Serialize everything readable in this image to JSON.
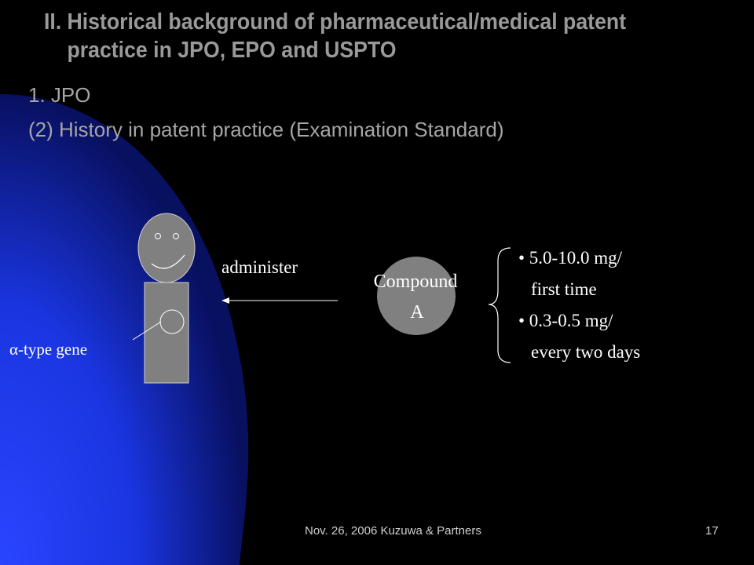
{
  "slide": {
    "title_number": "II.",
    "title_line1": "Historical background of pharmaceutical/medical patent",
    "title_line2": "practice in JPO, EPO and USPTO",
    "subtitle1": "1. JPO",
    "subtitle2": "(2) History in patent practice (Examination Standard)"
  },
  "diagram": {
    "gene_label": "α-type gene",
    "action_label": "administer",
    "compound_line1": "Compound",
    "compound_line2": "A",
    "dosages": [
      {
        "line1": "• 5.0-10.0 mg/",
        "line2": "first time"
      },
      {
        "line1": "• 0.3-0.5 mg/",
        "line2": "every two days"
      }
    ]
  },
  "footer": {
    "left": "Nov. 26, 2006 Kuzuwa & Partners",
    "page_number": "17"
  },
  "colors": {
    "background": "#000000",
    "accent_blue": "#1f3dff",
    "figure_gray": "#808080",
    "title_gray": "#999999"
  }
}
